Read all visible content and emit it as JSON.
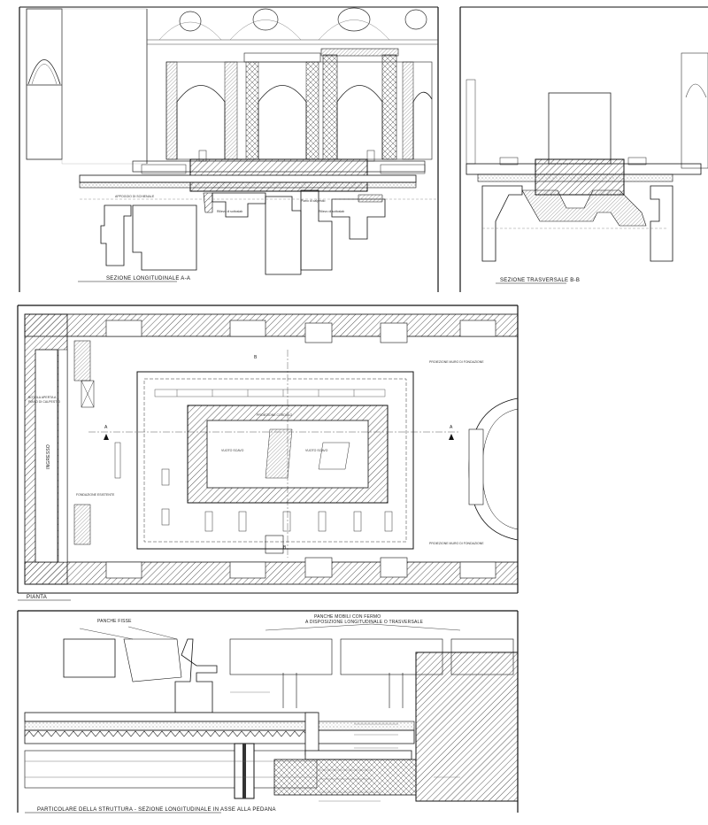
{
  "section_aa": {
    "caption": "SEZIONE LONGITUDINALE A-A",
    "notes": [
      "APPOGGIO DI SCHIENALE",
      "Rilievo di sottoslab",
      "Piano di calpestio",
      "Rilievo di sottoslab"
    ]
  },
  "section_bb": {
    "caption": "SEZIONE TRASVERSALE B-B"
  },
  "plan": {
    "caption": "PIANTA",
    "entrance_label": "INGRESSO",
    "marker_a": "A",
    "marker_b": "B",
    "notes_left": [
      "BOTOLA APERTA A",
      "PIANO DI CALPESTIO",
      "FONDAZIONE ESISTENTE"
    ],
    "notes_right": [
      "PROIEZIONE MURO DI FONDAZIONE",
      "PROIEZIONE MURO DI FONDAZIONE"
    ],
    "inner_notes": [
      "PROIEZIONE CORDOLO",
      "VUOTO SCAVO",
      "VUOTO SCAVO"
    ]
  },
  "detail": {
    "caption": "PARTICOLARE DELLA STRUTTURA - SEZIONE LONGITUDINALE IN ASSE ALLA PEDANA",
    "label_fixed": "PANCHE FISSE",
    "label_mobile_1": "PANCHE MOBILI CON FERMO",
    "label_mobile_2": "A DISPOSIZIONE LONGITUDINALE O TRASVERSALE"
  },
  "colors": {
    "line": "#1a1a1a",
    "hatch": "#555555",
    "fill_grey": "#bdbdbd",
    "fill_dark": "#7a7a7a"
  }
}
